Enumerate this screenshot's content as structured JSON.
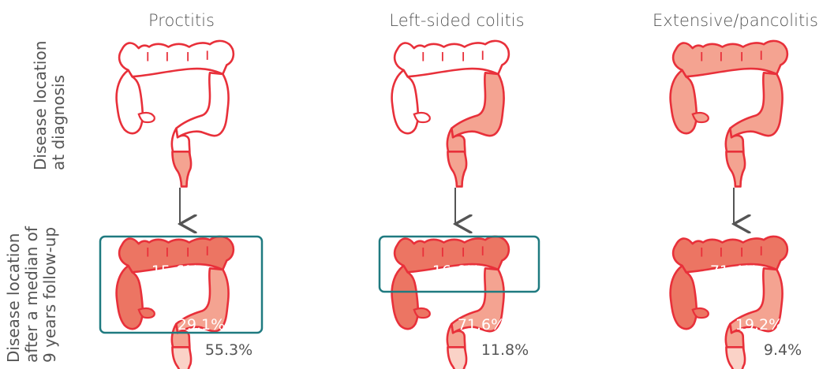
{
  "columns": [
    {
      "title": "Proctitis",
      "inner_label": "15.6%",
      "middle_label": "29.1%",
      "outer_label": "55.3%"
    },
    {
      "title": "Left-sided colitis",
      "inner_label": "16.6%",
      "middle_label": "71.6%",
      "outer_label": "11.8%"
    },
    {
      "title": "Extensive/pancolitis",
      "inner_label": "71.4%",
      "middle_label": "19.2%",
      "outer_label": "9.4%"
    }
  ],
  "row_labels": {
    "top": [
      "Disease location",
      "at diagnosis"
    ],
    "bottom": [
      "Disease location",
      "after a median of",
      "9 years follow-up"
    ]
  },
  "colors": {
    "outline": "#e8303a",
    "dark_fill": "#ec7563",
    "medium_fill": "#f4a391",
    "light_fill": "#fad2c7",
    "box": "#1f7a80",
    "arrow": "#555555",
    "text": "#555555"
  }
}
